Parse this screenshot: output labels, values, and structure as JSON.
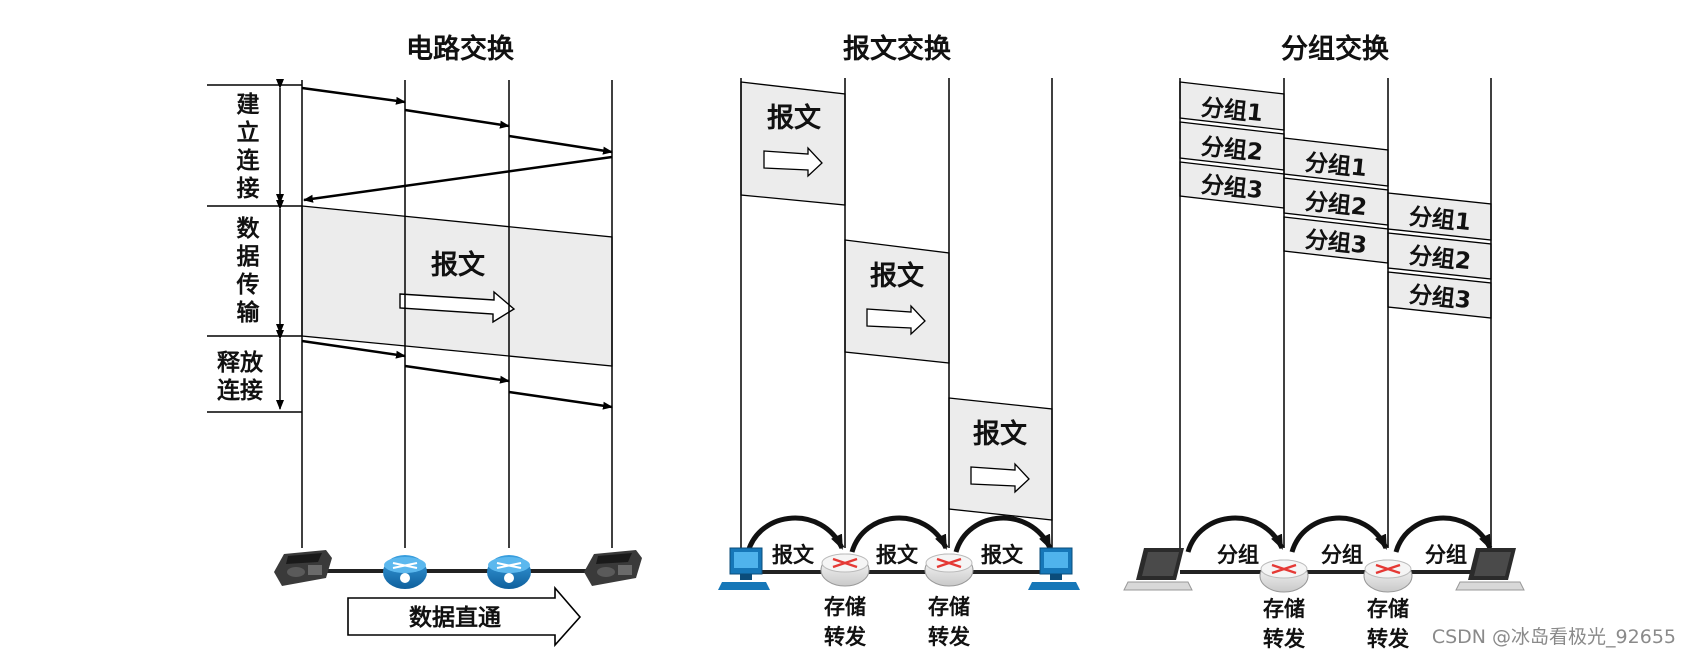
{
  "circuit": {
    "title": "电路交换",
    "phases": [
      "建",
      "立",
      "连",
      "接",
      "数",
      "据",
      "传",
      "输",
      "释放",
      "连接"
    ],
    "message": "报文",
    "direct": "数据直通"
  },
  "message_switching": {
    "title": "报文交换",
    "message": "报文",
    "link_label": "报文",
    "store_forward": [
      "存储",
      "转发"
    ]
  },
  "packet_switching": {
    "title": "分组交换",
    "packets": [
      "分组1",
      "分组2",
      "分组3"
    ],
    "link_label": "分组",
    "store_forward": [
      "存储",
      "转发"
    ]
  },
  "watermark": "CSDN @冰岛看极光_92655"
}
